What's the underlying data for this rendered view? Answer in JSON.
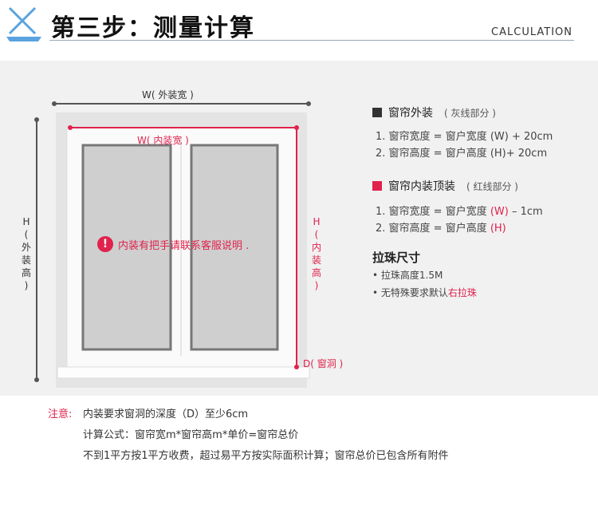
{
  "header": {
    "title": "第三步：测量计算",
    "subtitle": "CALCULATION"
  },
  "diagram": {
    "w_outer": "W( 外装宽 )",
    "w_inner": "W( 内装宽 )",
    "h_outer": [
      "H",
      "(",
      "外",
      "装",
      "高",
      ")"
    ],
    "h_inner": [
      "H",
      "(",
      "内",
      "装",
      "高",
      ")"
    ],
    "d_label": "D( 窗洞 )",
    "warning": "内装有把手请联系客服说明 .",
    "warning_icon": "!",
    "colors": {
      "red": "#e0224c",
      "gray": "#555555"
    }
  },
  "info": {
    "outer_title": "窗帘外装",
    "outer_note": "( 灰线部分 )",
    "outer_lines": [
      "1. 窗帘宽度 = 窗户宽度 (W) + 20cm",
      "2. 窗帘高度 = 窗户高度 (H)+ 20cm"
    ],
    "inner_title": "窗帘内装顶装",
    "inner_note": "( 红线部分 )",
    "inner_line1_pre": "1. 窗帘宽度 = 窗户宽度 ",
    "inner_line1_w": "(W)",
    "inner_line1_post": " – 1cm",
    "inner_line2_pre": "2. 窗帘高度 = 窗户高度 ",
    "inner_line2_h": "(H)",
    "bead_title": "拉珠尺寸",
    "bead_line1": "• 拉珠高度1.5M",
    "bead_line2_pre": "• 无特殊要求默认",
    "bead_line2_red": "右拉珠"
  },
  "notes": {
    "label": "注意:",
    "line1": "内装要求窗洞的深度（D）至少6cm",
    "line2": "计算公式：窗帘宽m*窗帘高m*单价=窗帘总价",
    "line3": "不到1平方按1平方收费，超过易平方按实际面积计算；窗帘总价已包含所有附件"
  }
}
